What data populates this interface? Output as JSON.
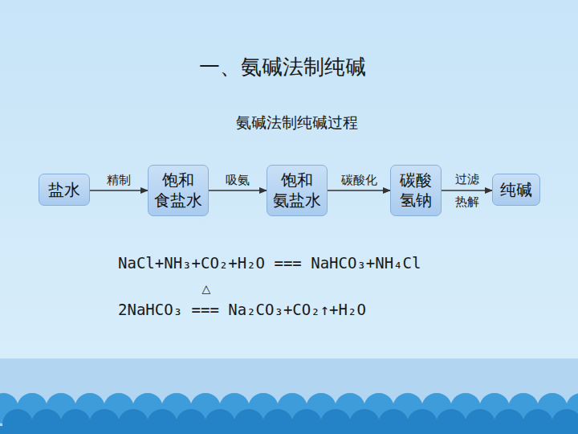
{
  "diagram": {
    "title": "一、氨碱法制纯碱",
    "nodes": [
      {
        "text": [
          "盐水"
        ]
      },
      {
        "text": [
          "饱和 食盐水"
        ]
      },
      {
        "text": [
          "饱和 氨盐水"
        ]
      },
      {
        "text": [
          "碳酸 氢钠"
        ]
      },
      {
        "text": [
          "纯碱"
        ]
      }
    ],
    "edges": [
      {
        "from": 0,
        "to": 1,
        "label": "精制",
        "arrow": "to"
      },
      {
        "from": 1,
        "to": 2,
        "label": "吸氨",
        "arrow": "to"
      },
      {
        "from": 2,
        "to": 3,
        "label": "碳酸化",
        "arrow": "to"
      },
      {
        "from": 3,
        "to": 4,
        "label": "过滤 热解",
        "arrow": "to"
      }
    ],
    "labels": [
      "氨碱法制纯碱过程",
      "NaCl+NH₃+CO₂+H₂O === NaHCO₃+NH₄Cl",
      "△",
      "2NaHCO₃ === Na₂CO₃+CO₂↑+H₂O"
    ]
  }
}
